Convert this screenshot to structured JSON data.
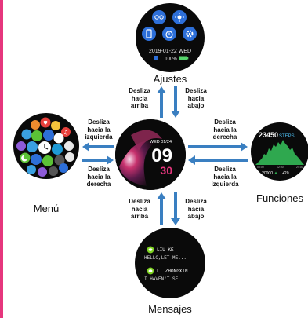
{
  "colors": {
    "arrow": "#3a7fc1",
    "accent_pink": "#e6367d",
    "steps_accent": "#4fc3f7",
    "chat_green": "#7ed321"
  },
  "labels": {
    "top": "Ajustes",
    "left": "Menú",
    "right": "Funciones",
    "bottom": "Mensajes"
  },
  "captions": {
    "up_left": [
      "Desliza",
      "hacia",
      "arriba"
    ],
    "up_right": [
      "Desliza",
      "hacia",
      "abajo"
    ],
    "left_top": [
      "Desliza",
      "hacia la",
      "izquierda"
    ],
    "left_bottom": [
      "Desliza",
      "hacia la",
      "derecha"
    ],
    "right_top": [
      "Desliza",
      "hacia la",
      "derecha"
    ],
    "right_bottom": [
      "Desliza",
      "hacia la",
      "izquierda"
    ],
    "down_left": [
      "Desliza",
      "hacia",
      "arriba"
    ],
    "down_right": [
      "Desliza",
      "hacia",
      "abajo"
    ]
  },
  "settings_watch": {
    "date": "2019-01-22",
    "weekday": "WED",
    "battery": "100%"
  },
  "center_watch": {
    "day_label": "WED 01/24",
    "hour": "09",
    "minute": "30"
  },
  "functions_watch": {
    "steps_value": "23450",
    "steps_unit": "STEPS",
    "time_marks": [
      "00:00",
      "12:00",
      "24:00"
    ],
    "footer_left": "20000",
    "footer_right": "+20"
  },
  "messages_watch": {
    "messages": [
      {
        "name": "LIU KE",
        "text": "HELLO,LET ME..."
      },
      {
        "name": "LI ZHONGXIN",
        "text": "I HAVEN'T SE..."
      }
    ]
  },
  "icons": {
    "settings": [
      "glasses-icon",
      "brightness-icon",
      "phone-icon",
      "gear-icon",
      "stopwatch-icon"
    ],
    "menu": [
      "heart-icon",
      "music-icon",
      "clock-icon",
      "moon-icon",
      "chat-icon"
    ]
  }
}
